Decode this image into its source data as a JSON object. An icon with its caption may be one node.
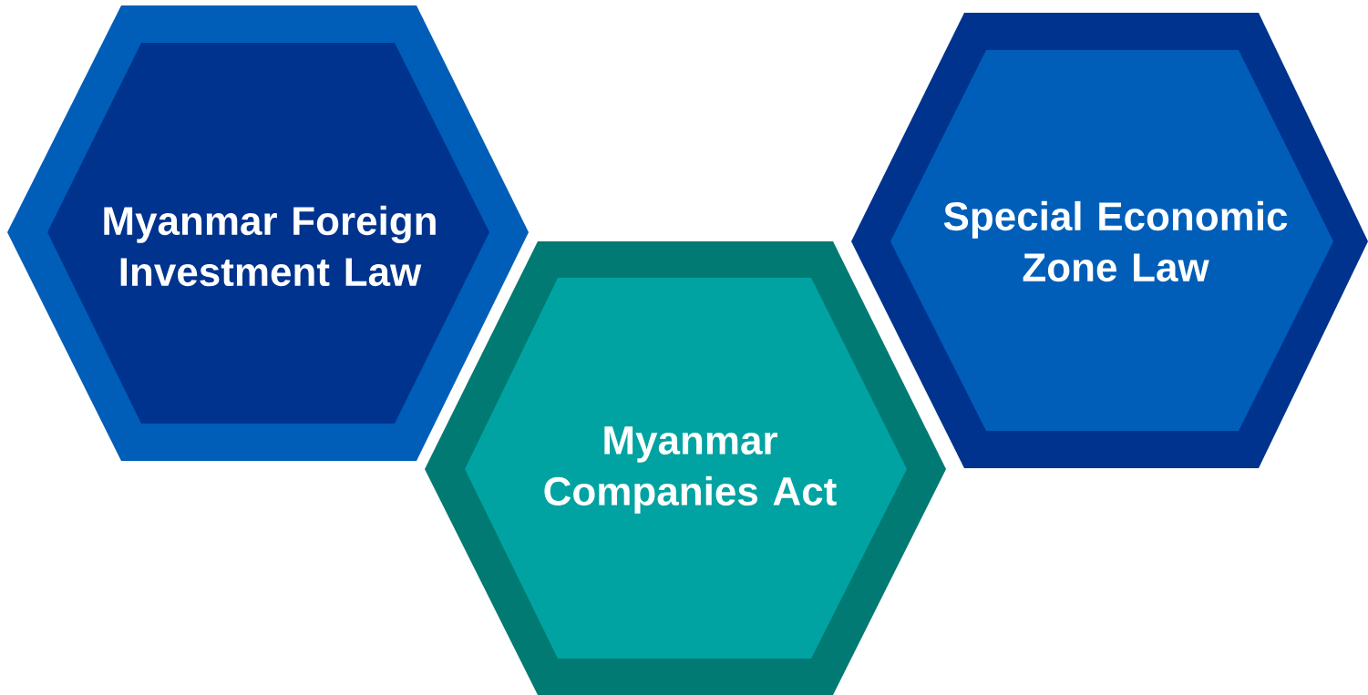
{
  "diagram": {
    "nodes": [
      {
        "text": [
          "Myanmar Foreign Investment Law"
        ]
      },
      {
        "text": [
          "Myanmar Companies Act"
        ]
      },
      {
        "text": [
          "Special Economic Zone Law"
        ]
      }
    ]
  }
}
